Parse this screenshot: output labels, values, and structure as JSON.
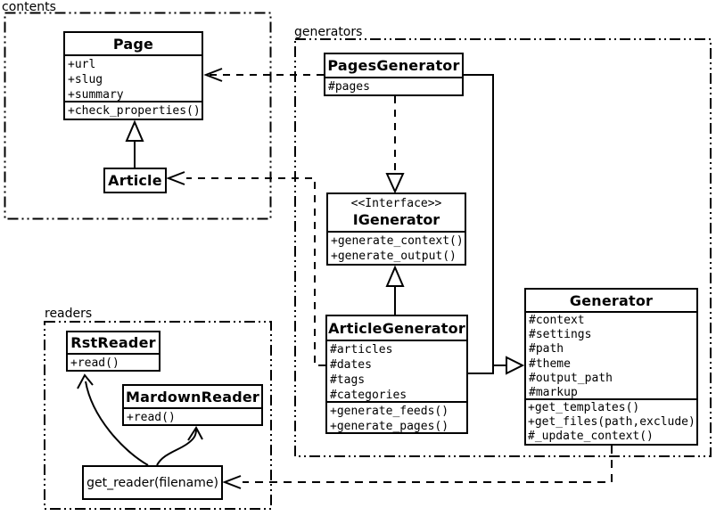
{
  "diagram": {
    "packages": {
      "contents": "contents",
      "generators": "generators",
      "readers": "readers"
    },
    "classes": {
      "page": {
        "name": "Page",
        "attrs": [
          "+url",
          "+slug",
          "+summary"
        ],
        "methods": [
          "+check_properties()"
        ]
      },
      "article": {
        "name": "Article"
      },
      "pages_generator": {
        "name": "PagesGenerator",
        "attrs": [
          "#pages"
        ]
      },
      "igenerator": {
        "stereotype": "<<Interface>>",
        "name": "IGenerator",
        "methods": [
          "+generate_context()",
          "+generate_output()"
        ]
      },
      "article_generator": {
        "name": "ArticleGenerator",
        "attrs": [
          "#articles",
          "#dates",
          "#tags",
          "#categories"
        ],
        "methods": [
          "+generate_feeds()",
          "+generate_pages()"
        ]
      },
      "generator": {
        "name": "Generator",
        "attrs": [
          "#context",
          "#settings",
          "#path",
          "#theme",
          "#output_path",
          "#markup"
        ],
        "methods": [
          "+get_templates()",
          "+get_files(path,exclude)",
          "#_update_context()"
        ]
      },
      "rst_reader": {
        "name": "RstReader",
        "methods": [
          "+read()"
        ]
      },
      "mardown_reader": {
        "name": "MardownReader",
        "methods": [
          "+read()"
        ]
      },
      "get_reader": {
        "label": "get_reader(filename)"
      }
    },
    "relationships": [
      {
        "from": "Article",
        "to": "Page",
        "type": "generalization"
      },
      {
        "from": "PagesGenerator",
        "to": "Page",
        "type": "dependency"
      },
      {
        "from": "PagesGenerator",
        "to": "IGenerator",
        "type": "realization"
      },
      {
        "from": "ArticleGenerator",
        "to": "IGenerator",
        "type": "generalization"
      },
      {
        "from": "PagesGenerator",
        "to": "Generator",
        "type": "generalization"
      },
      {
        "from": "ArticleGenerator",
        "to": "Generator",
        "type": "generalization"
      },
      {
        "from": "ArticleGenerator",
        "to": "Article",
        "type": "dependency"
      },
      {
        "from": "Generator",
        "to": "get_reader(filename)",
        "type": "dependency"
      },
      {
        "from": "get_reader(filename)",
        "to": "RstReader",
        "type": "arrow"
      },
      {
        "from": "get_reader(filename)",
        "to": "MardownReader",
        "type": "arrow"
      }
    ],
    "colors": {
      "line": "#000000",
      "background": "#ffffff"
    }
  }
}
